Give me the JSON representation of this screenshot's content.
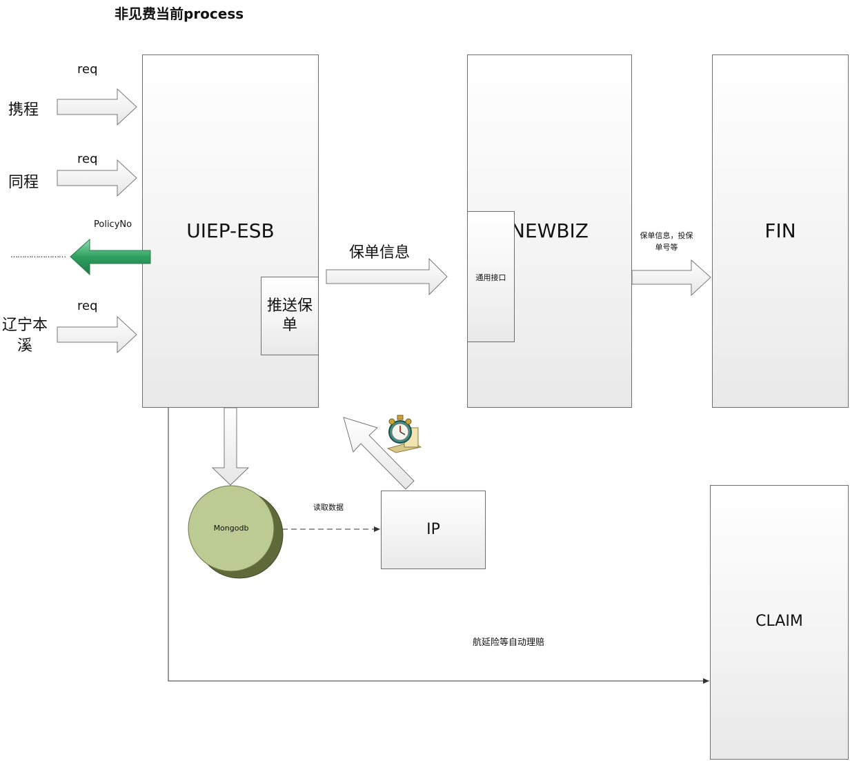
{
  "title": "非见费当前process",
  "sources": {
    "ctrip": "携程",
    "tongcheng": "同程",
    "liaoning_line1": "辽宁本",
    "liaoning_line2": "溪",
    "dots": "……………………"
  },
  "req_label": "req",
  "policyno_label": "PolicyNo",
  "boxes": {
    "uiep": "UIEP-ESB",
    "push_line1": "推送保",
    "push_line2": "单",
    "newbiz": "NEWBIZ",
    "common_interface": "通用接口",
    "fin": "FIN",
    "claim": "CLAIM",
    "ip": "IP",
    "mongodb": "Mongodb"
  },
  "edges": {
    "policy_info": "保单信息",
    "policy_info_fin_line1": "保单信息，投保",
    "policy_info_fin_line2": "单号等",
    "read_data": "读取数据",
    "auto_claim": "航延险等自动理赔"
  },
  "colors": {
    "box_border": "#6e6e6e",
    "green_arrow": "#2e9e5e",
    "mongodb_fill": "#bccb94",
    "mongodb_shadow": "#5f6a3a"
  },
  "icons": {
    "timer": "alarm-clock-icon"
  }
}
